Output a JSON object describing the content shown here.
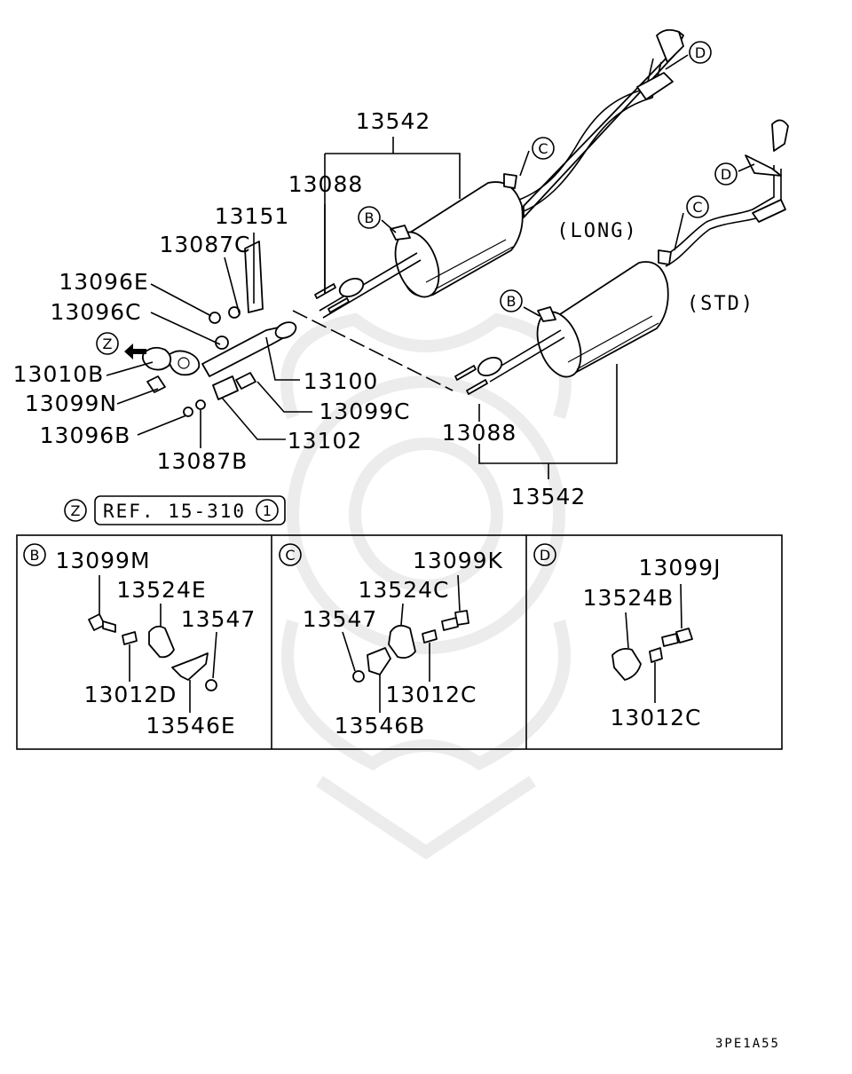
{
  "labels": {
    "p13542_top": "13542",
    "p13088_top": "13088",
    "p13151": "13151",
    "p13087C": "13087C",
    "p13096E": "13096E",
    "p13096C": "13096C",
    "p13010B": "13010B",
    "p13099N": "13099N",
    "p13096B": "13096B",
    "p13087B": "13087B",
    "p13100": "13100",
    "p13099C": "13099C",
    "p13102": "13102",
    "p13088_bottom": "13088",
    "p13542_bottom": "13542"
  },
  "variants": {
    "long": "(LONG)",
    "std": "(STD)"
  },
  "callouts": {
    "b": "B",
    "c": "C",
    "d": "D",
    "z": "Z"
  },
  "reference": {
    "text": "REF. 15-310",
    "number": "1"
  },
  "details": {
    "b": {
      "letter": "B",
      "bolt": "13099M",
      "hanger": "13524E",
      "nut": "13547",
      "collar": "13012D",
      "bracket": "13546E"
    },
    "c": {
      "letter": "C",
      "bolt": "13099K",
      "hanger": "13524C",
      "nut": "13547",
      "collar": "13012C",
      "bracket": "13546B"
    },
    "d": {
      "letter": "D",
      "bolt": "13099J",
      "hanger": "13524B",
      "collar": "13012C"
    }
  },
  "figure_code": "3PE1A55"
}
